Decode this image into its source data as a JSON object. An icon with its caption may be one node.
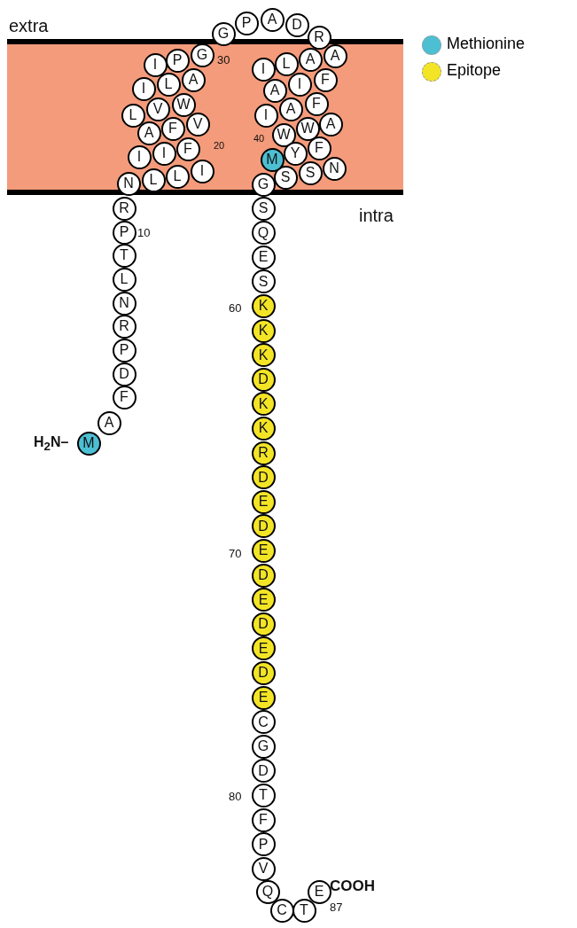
{
  "diagram": {
    "nodes": [
      {
        "text": [
          "M"
        ]
      },
      {
        "text": [
          "A"
        ]
      },
      {
        "text": [
          "F"
        ]
      },
      {
        "text": [
          "D"
        ]
      },
      {
        "text": [
          "P"
        ]
      },
      {
        "text": [
          "R"
        ]
      },
      {
        "text": [
          "N"
        ]
      },
      {
        "text": [
          "L"
        ]
      },
      {
        "text": [
          "T"
        ]
      },
      {
        "text": [
          "P"
        ]
      },
      {
        "text": [
          "R"
        ]
      },
      {
        "text": [
          "N"
        ]
      },
      {
        "text": [
          "L"
        ]
      },
      {
        "text": [
          "L"
        ]
      },
      {
        "text": [
          "I"
        ]
      },
      {
        "text": [
          "F"
        ]
      },
      {
        "text": [
          "I"
        ]
      },
      {
        "text": [
          "I"
        ]
      },
      {
        "text": [
          "A"
        ]
      },
      {
        "text": [
          "F"
        ]
      },
      {
        "text": [
          "V"
        ]
      },
      {
        "text": [
          "W"
        ]
      },
      {
        "text": [
          "V"
        ]
      },
      {
        "text": [
          "L"
        ]
      },
      {
        "text": [
          "I"
        ]
      },
      {
        "text": [
          "L"
        ]
      },
      {
        "text": [
          "A"
        ]
      },
      {
        "text": [
          "I"
        ]
      },
      {
        "text": [
          "P"
        ]
      },
      {
        "text": [
          "G"
        ]
      },
      {
        "text": [
          "G"
        ]
      },
      {
        "text": [
          "P"
        ]
      },
      {
        "text": [
          "A"
        ]
      },
      {
        "text": [
          "D"
        ]
      },
      {
        "text": [
          "R"
        ]
      },
      {
        "text": [
          "A"
        ]
      },
      {
        "text": [
          "A"
        ]
      },
      {
        "text": [
          "L"
        ]
      },
      {
        "text": [
          "I"
        ]
      },
      {
        "text": [
          "A"
        ]
      },
      {
        "text": [
          "I"
        ]
      },
      {
        "text": [
          "F"
        ]
      },
      {
        "text": [
          "F"
        ]
      },
      {
        "text": [
          "A"
        ]
      },
      {
        "text": [
          "I"
        ]
      },
      {
        "text": [
          "W"
        ]
      },
      {
        "text": [
          "W"
        ]
      },
      {
        "text": [
          "A"
        ]
      },
      {
        "text": [
          "F"
        ]
      },
      {
        "text": [
          "N"
        ]
      },
      {
        "text": [
          "S"
        ]
      },
      {
        "text": [
          "S"
        ]
      },
      {
        "text": [
          "Y"
        ]
      },
      {
        "text": [
          "M"
        ]
      },
      {
        "text": [
          "G"
        ]
      },
      {
        "text": [
          "S"
        ]
      },
      {
        "text": [
          "Q"
        ]
      },
      {
        "text": [
          "E"
        ]
      },
      {
        "text": [
          "S"
        ]
      },
      {
        "text": [
          "K"
        ]
      },
      {
        "text": [
          "K"
        ]
      },
      {
        "text": [
          "K"
        ]
      },
      {
        "text": [
          "D"
        ]
      },
      {
        "text": [
          "K"
        ]
      },
      {
        "text": [
          "K"
        ]
      },
      {
        "text": [
          "R"
        ]
      },
      {
        "text": [
          "D"
        ]
      },
      {
        "text": [
          "E"
        ]
      },
      {
        "text": [
          "D"
        ]
      },
      {
        "text": [
          "E"
        ]
      },
      {
        "text": [
          "D"
        ]
      },
      {
        "text": [
          "E"
        ]
      },
      {
        "text": [
          "D"
        ]
      },
      {
        "text": [
          "E"
        ]
      },
      {
        "text": [
          "D"
        ]
      },
      {
        "text": [
          "E"
        ]
      },
      {
        "text": [
          "C"
        ]
      },
      {
        "text": [
          "G"
        ]
      },
      {
        "text": [
          "D"
        ]
      },
      {
        "text": [
          "T"
        ]
      },
      {
        "text": [
          "F"
        ]
      },
      {
        "text": [
          "P"
        ]
      },
      {
        "text": [
          "V"
        ]
      },
      {
        "text": [
          "Q"
        ]
      },
      {
        "text": [
          "C"
        ]
      },
      {
        "text": [
          "T"
        ]
      },
      {
        "text": [
          "E"
        ]
      }
    ],
    "labels": [
      "extra",
      "30",
      "20",
      "40",
      "intra",
      "10",
      "60",
      "H$_{2}$N–",
      "70",
      "80",
      "COOH",
      "87"
    ],
    "legend": [
      {
        "text": "Methionine",
        "color": "#4dbfd3"
      },
      {
        "text": "Epitope",
        "color": "#f3e526"
      }
    ]
  }
}
